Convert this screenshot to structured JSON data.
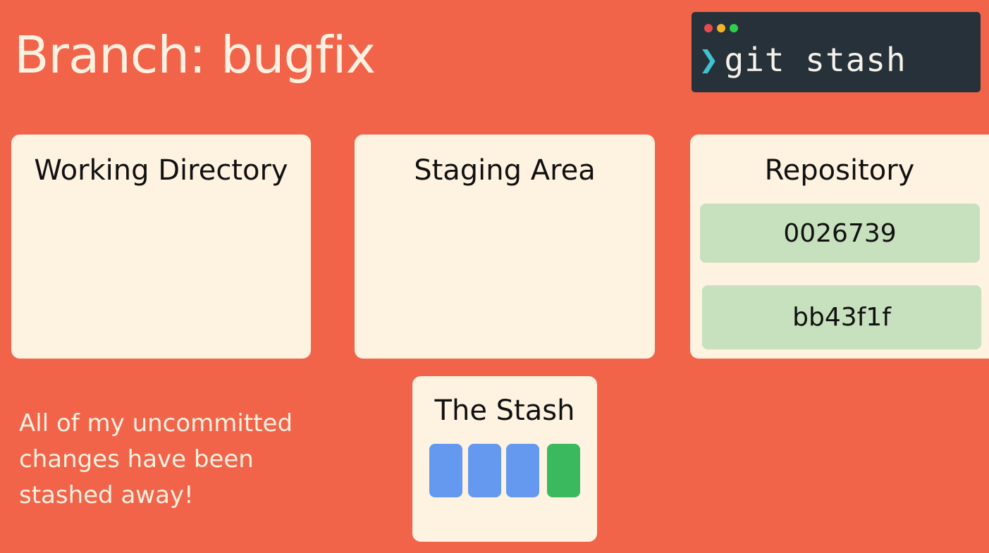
{
  "title": "Branch: bugfix",
  "terminal": {
    "prompt_symbol": "❯",
    "command": "git stash",
    "window_dots": [
      "#e84b4b",
      "#f3b42a",
      "#2fcf4c"
    ]
  },
  "panels": {
    "working_directory": {
      "title": "Working Directory"
    },
    "staging_area": {
      "title": "Staging Area"
    },
    "repository": {
      "title": "Repository",
      "commits": [
        "0026739",
        "bb43f1f"
      ]
    }
  },
  "stash": {
    "title": "The Stash",
    "blocks": [
      {
        "color": "#6499ef"
      },
      {
        "color": "#6499ef"
      },
      {
        "color": "#6499ef"
      },
      {
        "color": "#3ab95e"
      }
    ]
  },
  "note": "All of my uncommitted changes have been stashed away!",
  "colors": {
    "background": "#f26449",
    "panel": "#fef2e1",
    "commit": "#c7e0bd",
    "terminal": "#27313a",
    "prompt": "#3ec3cf"
  }
}
